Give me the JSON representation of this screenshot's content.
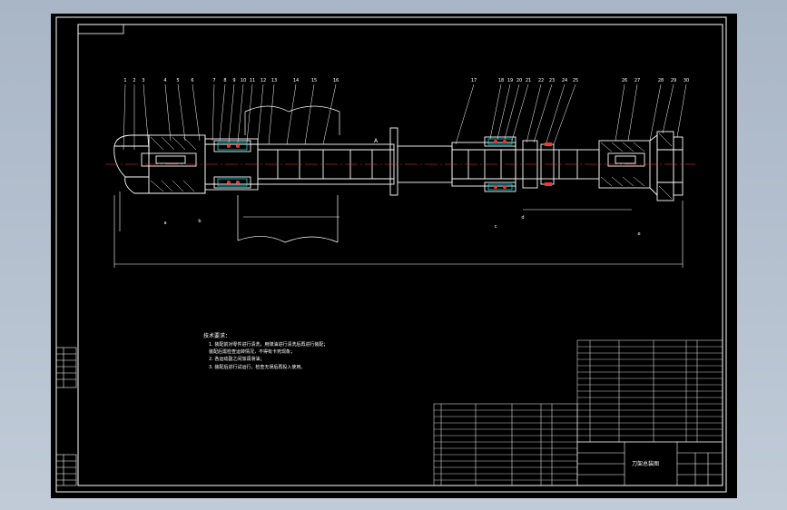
{
  "drawing": {
    "title": "刀架总装图",
    "colors": {
      "background": "#000000",
      "line": "#ffffff",
      "accent_cyan": "#00e5e5",
      "accent_red": "#ff3030",
      "viewport": "#b4c0cf"
    },
    "balloons_left": [
      "1",
      "2",
      "3",
      "4",
      "5",
      "6",
      "7",
      "8",
      "9",
      "10",
      "11",
      "12",
      "13",
      "14",
      "15",
      "16"
    ],
    "balloons_right": [
      "17",
      "18",
      "19",
      "20",
      "21",
      "22",
      "23",
      "24",
      "25",
      "26",
      "27",
      "28",
      "29",
      "30"
    ],
    "bottom_callouts": [
      "a",
      "b",
      "c",
      "d",
      "e"
    ],
    "section_label": "A",
    "notes": {
      "heading": "技术要求：",
      "lines": [
        "1. 装配前对零件进行清洗，用煤油进行清洗后再进行装配；",
        "   装配后需检查运转情况，不得有卡死现象；",
        "2. 各运动副之间加润滑油；",
        "3. 装配后进行试运行，检查无误后再投入使用。"
      ]
    },
    "title_block": {
      "name": "刀架总装图"
    }
  }
}
